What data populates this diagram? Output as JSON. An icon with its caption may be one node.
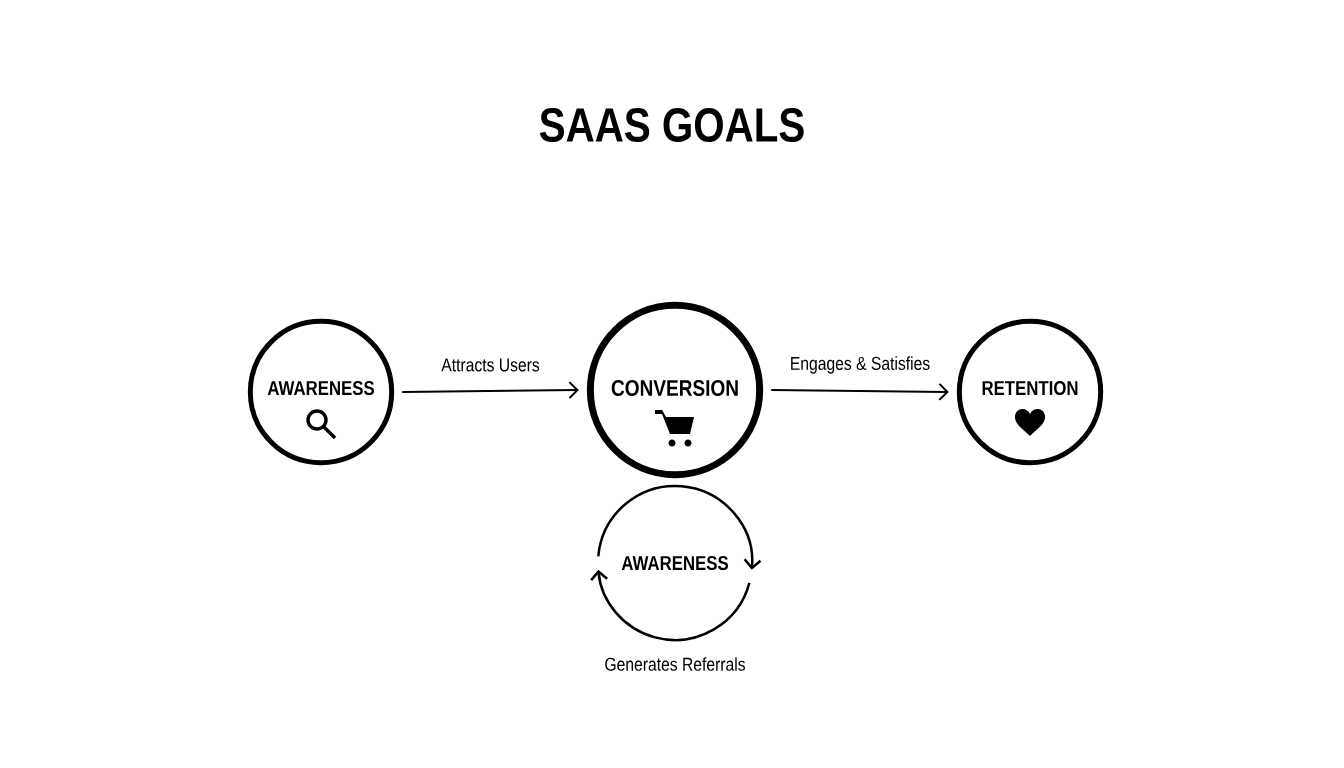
{
  "diagram": {
    "title": "SAAS GOALS",
    "nodes": [
      {
        "text": [
          "AWARENESS"
        ]
      },
      {
        "text": [
          "CONVERSION"
        ]
      },
      {
        "text": [
          "RETENTION"
        ]
      },
      {
        "text": [
          "AWARENESS"
        ],
        "beside": [
          "Generates Referrals"
        ]
      }
    ],
    "edges": [
      {
        "from": 0,
        "to": 1,
        "arrow": "to",
        "label": "Attracts Users"
      },
      {
        "from": 1,
        "to": 2,
        "arrow": "to",
        "label": "Engages & Satisfies"
      }
    ]
  }
}
